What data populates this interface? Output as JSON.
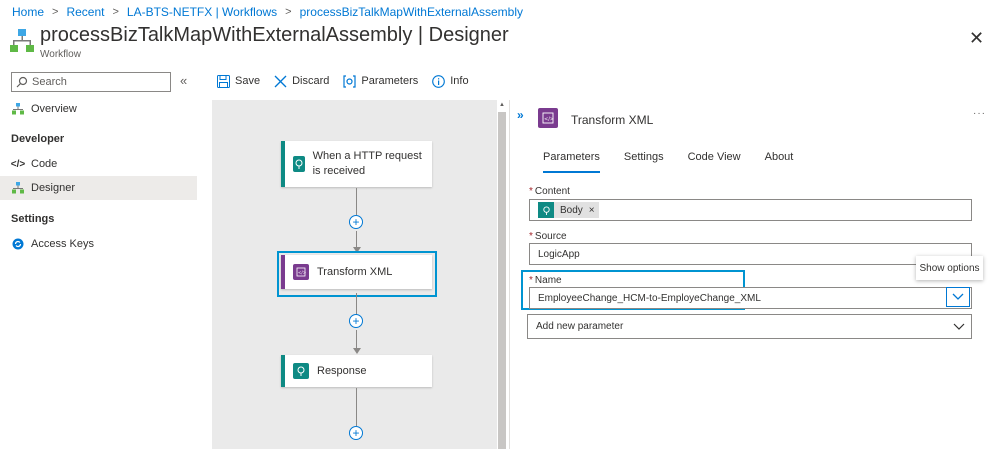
{
  "breadcrumb": [
    "Home",
    "Recent",
    "LA-BTS-NETFX | Workflows",
    "processBizTalkMapWithExternalAssembly"
  ],
  "header": {
    "title": "processBizTalkMapWithExternalAssembly | Designer",
    "subtitle": "Workflow",
    "more": "···"
  },
  "sidebar": {
    "search_placeholder": "Search",
    "items": {
      "overview": "Overview",
      "developer_section": "Developer",
      "code": "Code",
      "designer": "Designer",
      "settings_section": "Settings",
      "access_keys": "Access Keys"
    }
  },
  "toolbar": {
    "save": "Save",
    "discard": "Discard",
    "parameters": "Parameters",
    "info": "Info"
  },
  "canvas": {
    "cards": {
      "trigger": "When a HTTP request is received",
      "transform": "Transform XML",
      "response": "Response"
    }
  },
  "panel": {
    "title": "Transform XML",
    "tabs": [
      "Parameters",
      "Settings",
      "Code View",
      "About"
    ],
    "content_label": "Content",
    "content_token": "Body",
    "source_label": "Source",
    "source_value": "LogicApp",
    "name_label": "Name",
    "name_value": "EmployeeChange_HCM-to-EmployeChange_XML",
    "add_param": "Add new parameter",
    "tooltip": "Show options"
  },
  "colors": {
    "accent": "#0078d4",
    "http_teal": "#0e8a84",
    "transform_purple": "#7a3b8f",
    "highlight": "#0094d1"
  }
}
